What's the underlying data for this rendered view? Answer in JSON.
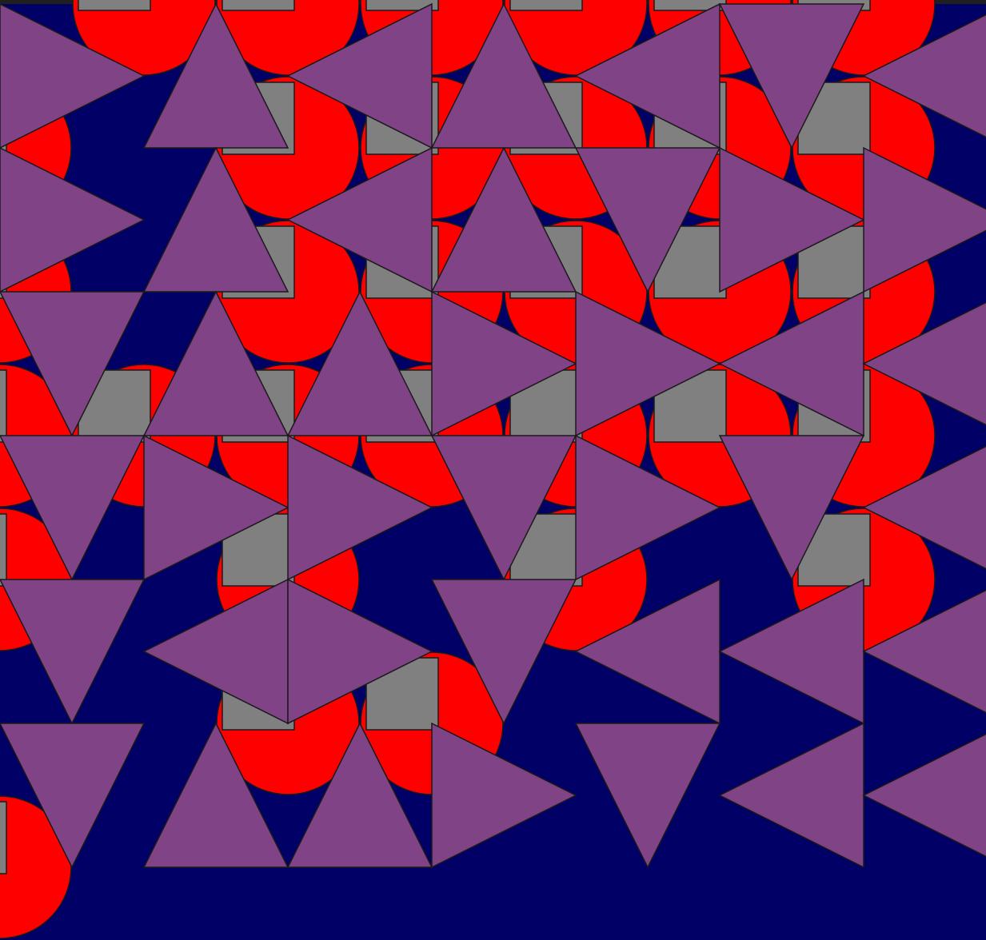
{
  "colors": {
    "frame": "#1f1f1f",
    "background": "#000066",
    "circle": "#ff0000",
    "square": "#808080",
    "triangle": "#7f4386",
    "outline": "#1a1a1a"
  },
  "shapes": {
    "circle": "circle",
    "square": "square",
    "triangle": "triangle"
  },
  "pattern": {
    "columns": 7,
    "rows": 7,
    "triangle_orientations": [
      [
        "right",
        "up",
        "left",
        "up",
        "left",
        "down",
        "left"
      ],
      [
        "right",
        "up",
        "left",
        "up",
        "down",
        "right",
        "right"
      ],
      [
        "down",
        "up",
        "up",
        "right",
        "right",
        "left",
        "left"
      ],
      [
        "down",
        "right",
        "right",
        "down",
        "right",
        "down",
        "left"
      ],
      [
        "down",
        "left",
        "right",
        "down",
        "left",
        "left",
        "left"
      ],
      [
        "down",
        "up",
        "up",
        "right",
        "down",
        "left",
        "left"
      ]
    ],
    "circles": [
      [
        0,
        1
      ],
      [
        0,
        2
      ],
      [
        0,
        3
      ],
      [
        0,
        4
      ],
      [
        0,
        5
      ],
      [
        0,
        6
      ],
      [
        1,
        0
      ],
      [
        1,
        2
      ],
      [
        1,
        3
      ],
      [
        1,
        4
      ],
      [
        1,
        5
      ],
      [
        1,
        6
      ],
      [
        2,
        0
      ],
      [
        2,
        2
      ],
      [
        2,
        3
      ],
      [
        2,
        4
      ],
      [
        2,
        5
      ],
      [
        2,
        6
      ],
      [
        3,
        0
      ],
      [
        3,
        1
      ],
      [
        3,
        2
      ],
      [
        3,
        3
      ],
      [
        3,
        4
      ],
      [
        3,
        5
      ],
      [
        3,
        6
      ],
      [
        4,
        0
      ],
      [
        4,
        2
      ],
      [
        4,
        4
      ],
      [
        4,
        6
      ],
      [
        5,
        2
      ],
      [
        5,
        3
      ],
      [
        6,
        0
      ]
    ]
  }
}
